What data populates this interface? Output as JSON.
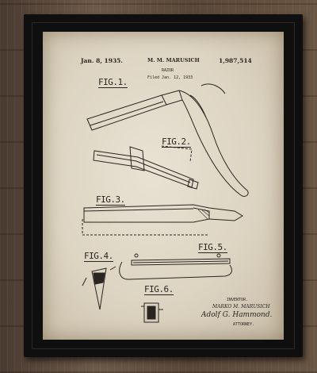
{
  "patent": {
    "date": "Jan. 8, 1935.",
    "inventor_name": "M. M. MARUSICH",
    "number": "1,987,514",
    "title": "RAZOR",
    "filed": "Filed Jan. 12, 1933",
    "figures": [
      "FIG.1.",
      "FIG.2.",
      "FIG.3.",
      "FIG.4.",
      "FIG.5.",
      "FIG.6."
    ],
    "inventor_label": "INVENTOR.",
    "inventor_signature": "MARKO M. MARUSICH",
    "attorney_signature": "Adolf G. Hammond.",
    "attorney_label": "ATTORNEY."
  },
  "colors": {
    "ink": "#2a2520",
    "paper": "#e3dbc9",
    "frame": "#0f0f0f",
    "wall": "#5b4a3c"
  }
}
